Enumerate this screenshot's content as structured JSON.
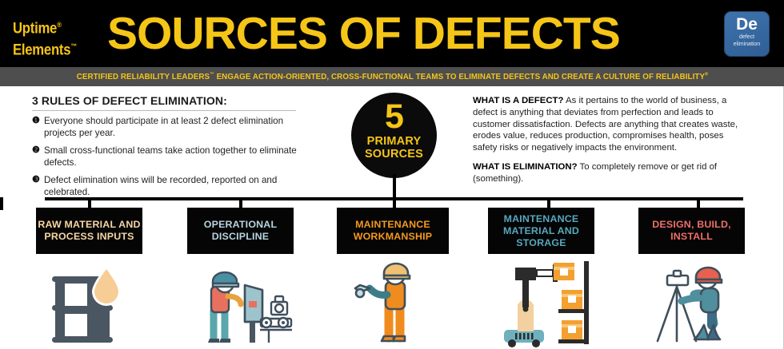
{
  "header": {
    "logo_line1": "Uptime",
    "logo_line1_mark": "®",
    "logo_line2": "Elements",
    "logo_line2_mark": "™",
    "title": "SOURCES OF DEFECTS",
    "badge": {
      "letters": "De",
      "sub_line1": "defect",
      "sub_line2": "elimination",
      "color": "#3566a0"
    },
    "bg_color": "#000000",
    "accent_color": "#f5c518"
  },
  "subtitle_bar": {
    "text_before": "CERTIFIED RELIABILITY LEADERS",
    "mark1": "™",
    "text_middle": " ENGAGE ACTION-ORIENTED, CROSS-FUNCTIONAL TEAMS TO ELIMINATE DEFECTS AND CREATE A CULTURE OF RELIABILITY",
    "mark2": "®",
    "bg_color": "#4e4e4e",
    "text_color": "#f5c518"
  },
  "rules": {
    "title": "3 RULES OF DEFECT ELIMINATION:",
    "items": [
      {
        "num": "❶",
        "text": "Everyone should participate in at least 2 defect elimination projects per year."
      },
      {
        "num": "❷",
        "text": "Small cross-functional teams take action together to eliminate defects."
      },
      {
        "num": "❸",
        "text": "Defect elimination wins will be recorded, reported on and celebrated."
      }
    ]
  },
  "center_circle": {
    "number": "5",
    "line1": "PRIMARY",
    "line2": "SOURCES",
    "bg_color": "#0b0b0b",
    "text_color": "#f5c518"
  },
  "definitions": {
    "defect_heading": "WHAT IS A DEFECT?",
    "defect_body": " As it pertains to the world of business, a defect is anything that deviates from perfection and leads to customer dissatisfaction. Defects are anything that creates waste, erodes value, reduces production, compromises health, poses safety risks or negatively impacts the environment.",
    "elimination_heading": "WHAT IS ELIMINATION?",
    "elimination_body": " To completely remove or get rid of (something)."
  },
  "sources": [
    {
      "label": "RAW MATERIAL AND PROCESS INPUTS",
      "color": "#f6d7a4",
      "icon": "oil-barrel-droplet-icon"
    },
    {
      "label": "OPERATIONAL DISCIPLINE",
      "color": "#b7d4e0",
      "icon": "operator-control-panel-icon"
    },
    {
      "label": "MAINTENANCE WORKMANSHIP",
      "color": "#f59a1e",
      "icon": "technician-wrench-icon"
    },
    {
      "label": "MAINTENANCE MATERIAL AND STORAGE",
      "color": "#57a8bf",
      "icon": "robot-arm-warehouse-icon"
    },
    {
      "label": "DESIGN, BUILD, INSTALL",
      "color": "#ef6e68",
      "icon": "surveyor-tripod-icon"
    }
  ]
}
